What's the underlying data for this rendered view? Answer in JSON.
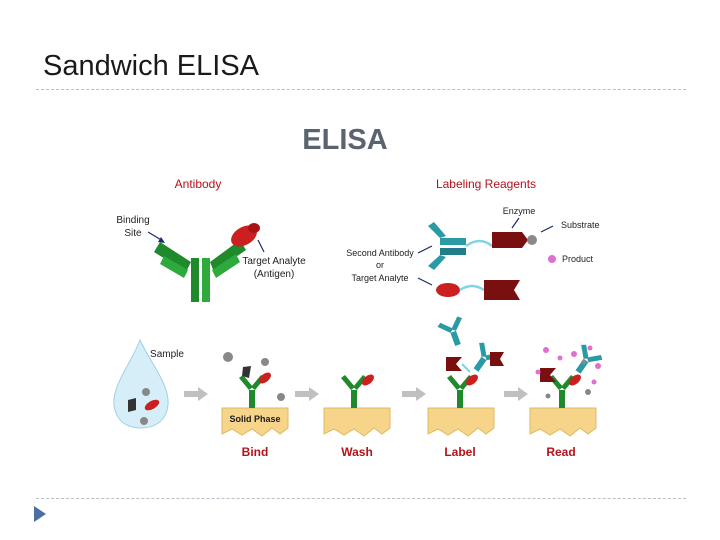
{
  "slide": {
    "title": "Sandwich ELISA"
  },
  "figure": {
    "heading": "ELISA",
    "antibody_panel": {
      "header": "Antibody",
      "binding_site_line1": "Binding",
      "binding_site_line2": "Site",
      "target_line1": "Target Analyte",
      "target_line2": "(Antigen)"
    },
    "labeling_panel": {
      "header": "Labeling Reagents",
      "enzyme": "Enzyme",
      "substrate": "Substrate",
      "product": "Product",
      "second_line1": "Second Antibody",
      "second_line2": "or",
      "second_line3": "Target Analyte"
    },
    "process": {
      "sample": "Sample",
      "solid_phase": "Solid Phase",
      "steps": [
        "Bind",
        "Wash",
        "Label",
        "Read"
      ]
    },
    "colors": {
      "label_red": "#b5121b",
      "antibody_green": "#1f8a2c",
      "antigen_red": "#cc1f1f",
      "enzyme_maroon": "#7a0f0f",
      "second_ab_teal": "#2a9aa6",
      "substrate_gray": "#8a8a8a",
      "product_pink": "#e070d0",
      "solid_phase_tan": "#f6d58a",
      "arrow_gray": "#c0c0c0",
      "heading_gray": "#5a6470"
    }
  }
}
